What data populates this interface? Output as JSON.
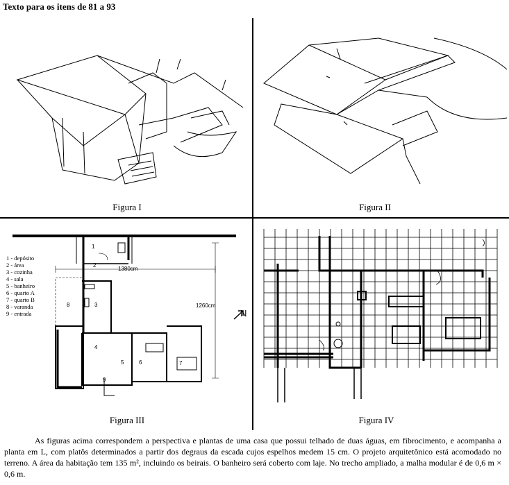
{
  "header": "Texto para os itens de 81 a 93",
  "figures": {
    "fig1": "Figura I",
    "fig2": "Figura II",
    "fig3": "Figura III",
    "fig4": "Figura IV"
  },
  "legend": [
    "1 - depósito",
    "2 - área",
    "3 - cozinha",
    "4 - sala",
    "5 - banheiro",
    "6 - quarto A",
    "7 - quarto B",
    "8 - varanda",
    "9 - entrada"
  ],
  "plan": {
    "dim_horizontal": "1380cm",
    "dim_vertical": "1260cm",
    "north": "N",
    "rooms": [
      "1",
      "2",
      "3",
      "4",
      "5",
      "6",
      "7",
      "8",
      "9"
    ]
  },
  "paragraph": "As figuras acima correspondem a perspectiva e plantas de uma casa que possui telhado de duas águas, em fibrocimento, e acompanha a planta em L, com platôs determinados a partir dos degraus da escada cujos espelhos medem 15 cm. O projeto arquitetônico está acomodado no terreno. A área da habitação tem 135 m², incluindo os beirais. O banheiro será coberto com laje. No trecho ampliado, a malha modular é de 0,6 m × 0,6 m."
}
